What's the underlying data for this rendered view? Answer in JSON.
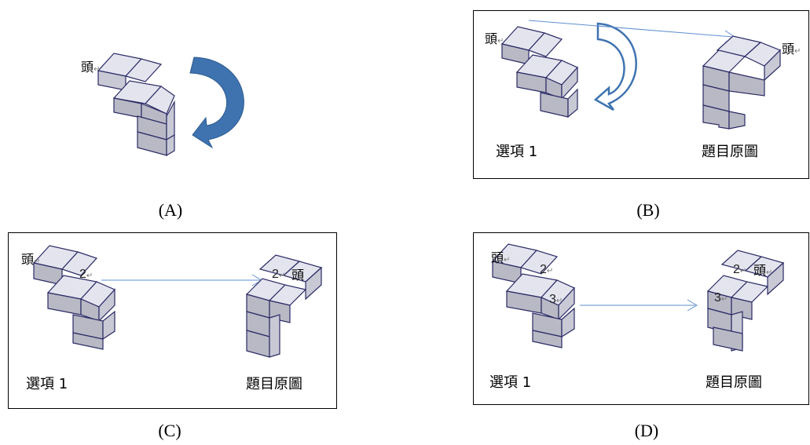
{
  "head_label": "頭",
  "return_mark": "↵",
  "option_label": "選項 1",
  "original_label": "題目原圖",
  "face_numbers": {
    "two": "2",
    "three": "3"
  },
  "captions": {
    "a": "(A)",
    "b": "(B)",
    "c": "(C)",
    "d": "(D)"
  },
  "colors": {
    "cube_top": "#e4e4ee",
    "cube_side": "#c9c9d5",
    "cube_front": "#b9b9c5",
    "cube_edge": "#2a2a66",
    "rotation_arrow": "#3e73b0",
    "connector_arrow": "#5f8fd0"
  }
}
